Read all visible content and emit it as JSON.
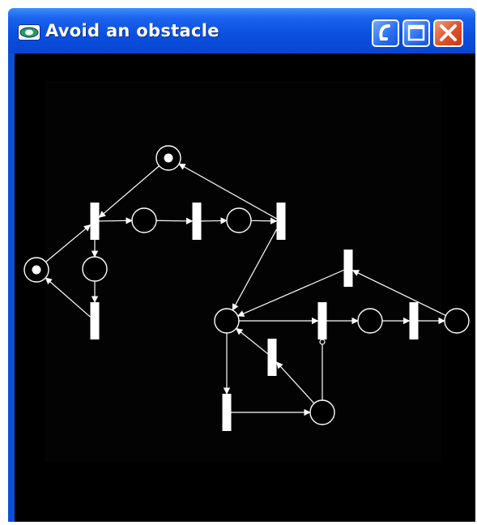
{
  "window": {
    "title": "Avoid an obstacle",
    "app_icon": "eye-icon",
    "buttons": {
      "minimize": "minimize-icon",
      "maximize": "maximize-icon",
      "close": "close-icon"
    }
  },
  "petri_net": {
    "places": [
      {
        "id": "p-top",
        "tokens": 1
      },
      {
        "id": "p-left",
        "tokens": 1
      },
      {
        "id": "p-a",
        "tokens": 0
      },
      {
        "id": "p-b",
        "tokens": 0
      },
      {
        "id": "p-c",
        "tokens": 0
      },
      {
        "id": "p-hub",
        "tokens": 0
      },
      {
        "id": "p-d",
        "tokens": 0
      },
      {
        "id": "p-e",
        "tokens": 0
      },
      {
        "id": "p-f",
        "tokens": 0
      }
    ],
    "transitions": [
      "t1",
      "t2",
      "t3",
      "t4",
      "t5",
      "t6",
      "t7",
      "t8",
      "t9"
    ],
    "arcs": [
      {
        "from": "p-top",
        "to": "t1"
      },
      {
        "from": "t1",
        "to": "p-a"
      },
      {
        "from": "p-a",
        "to": "t2"
      },
      {
        "from": "t2",
        "to": "p-b"
      },
      {
        "from": "p-b",
        "to": "t3"
      },
      {
        "from": "t3",
        "to": "p-top"
      },
      {
        "from": "p-left",
        "to": "t1"
      },
      {
        "from": "t1",
        "to": "p-c"
      },
      {
        "from": "p-c",
        "to": "t4"
      },
      {
        "from": "t4",
        "to": "p-left"
      },
      {
        "from": "t3",
        "to": "p-hub"
      },
      {
        "from": "t5",
        "to": "p-hub"
      },
      {
        "from": "p-f",
        "to": "t5"
      },
      {
        "from": "p-hub",
        "to": "t6"
      },
      {
        "from": "t6",
        "to": "p-e"
      },
      {
        "from": "p-e",
        "to": "t7"
      },
      {
        "from": "t7",
        "to": "p-f"
      },
      {
        "from": "p-hub",
        "to": "t8"
      },
      {
        "from": "t8",
        "to": "p-d"
      },
      {
        "from": "p-d",
        "to": "t9"
      },
      {
        "from": "t9",
        "to": "p-hub"
      },
      {
        "from": "p-d",
        "to": "t6",
        "type": "inhibitor"
      }
    ]
  }
}
